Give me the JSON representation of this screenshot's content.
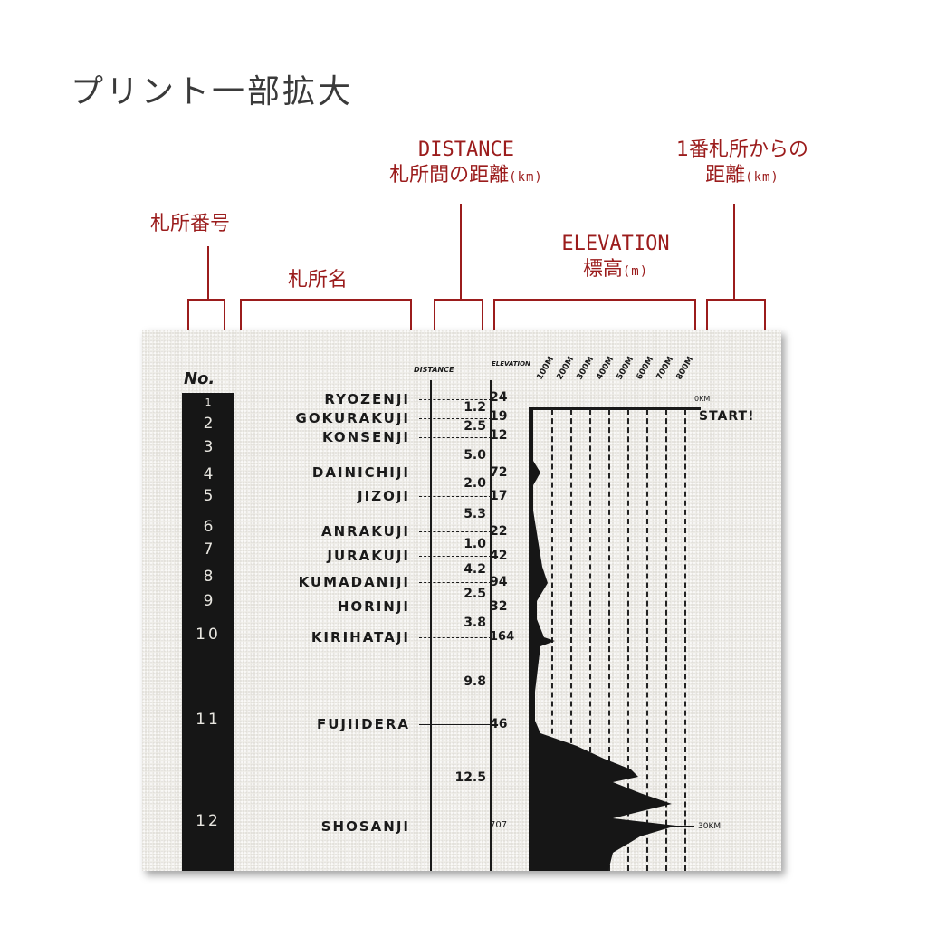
{
  "page_title": "プリント一部拡大",
  "annotations": {
    "number": "札所番号",
    "name": "札所名",
    "distance_en": "DISTANCE",
    "distance_jp": "札所間の距離",
    "distance_unit": "(km)",
    "elevation_en": "ELEVATION",
    "elevation_jp": "標高",
    "elevation_unit": "(m)",
    "cumulative_line1": "1番札所からの",
    "cumulative_jp": "距離",
    "cumulative_unit": "(km)"
  },
  "print": {
    "no_header": "No.",
    "distance_header": "DISTANCE",
    "elevation_header": "ELEVATION",
    "elevation_scale": [
      "100M",
      "200M",
      "300M",
      "400M",
      "500M",
      "600M",
      "700M",
      "800M"
    ],
    "start_km": "0KM",
    "start_label": "START!",
    "end_km": "30KM",
    "temples": [
      {
        "no": "1",
        "name": "RYOZENJI",
        "elevation": "24"
      },
      {
        "no": "2",
        "name": "GOKURAKUJI",
        "elevation": "19"
      },
      {
        "no": "3",
        "name": "KONSENJI",
        "elevation": "12"
      },
      {
        "no": "4",
        "name": "DAINICHIJI",
        "elevation": "72"
      },
      {
        "no": "5",
        "name": "JIZOJI",
        "elevation": "17"
      },
      {
        "no": "6",
        "name": "ANRAKUJI",
        "elevation": "22"
      },
      {
        "no": "7",
        "name": "JURAKUJI",
        "elevation": "42"
      },
      {
        "no": "8",
        "name": "KUMADANIJI",
        "elevation": "94"
      },
      {
        "no": "9",
        "name": "HORINJI",
        "elevation": "32"
      },
      {
        "no": "10",
        "name": "KIRIHATAJI",
        "elevation": "164"
      },
      {
        "no": "11",
        "name": "FUJIIDERA",
        "elevation": "46"
      },
      {
        "no": "12",
        "name": "SHOSANJI",
        "elevation": "707"
      }
    ],
    "distances": [
      "1.2",
      "2.5",
      "5.0",
      "2.0",
      "5.3",
      "1.0",
      "4.2",
      "2.5",
      "3.8",
      "9.8",
      "12.5"
    ]
  },
  "colors": {
    "annotation": "#9b1c1c",
    "ink": "#1a1a1a",
    "fabric": "#efede8",
    "title": "#3a3a3a"
  }
}
